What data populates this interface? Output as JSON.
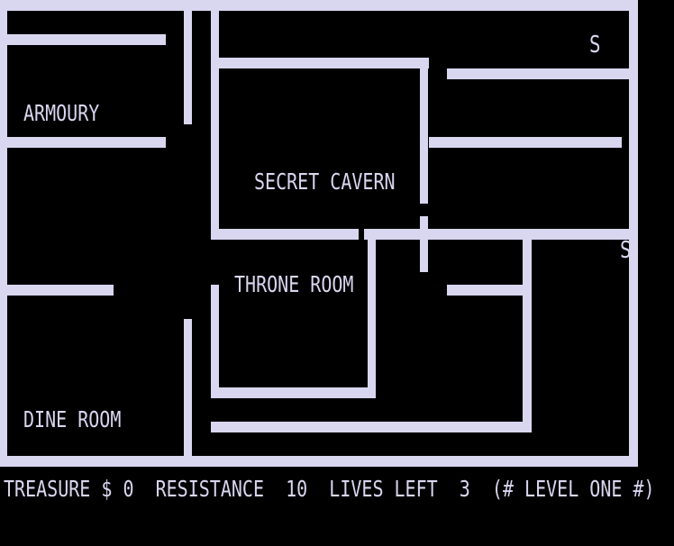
{
  "rooms": {
    "armoury": "ARMOURY",
    "secret_cavern": "SECRET CAVERN",
    "throne_room": "THRONE ROOM",
    "dine_room": "DINE ROOM"
  },
  "markers": {
    "top_right": "S",
    "right_edge": "S"
  },
  "status": {
    "treasure_label": "TREASURE $",
    "treasure_value": "0",
    "resistance_label": "RESISTANCE",
    "resistance_value": "10",
    "lives_label": "LIVES LEFT",
    "lives_value": "3",
    "level_text": "(# LEVEL ONE #)"
  },
  "colors": {
    "background": "#000000",
    "foreground": "#d9d6f0"
  }
}
